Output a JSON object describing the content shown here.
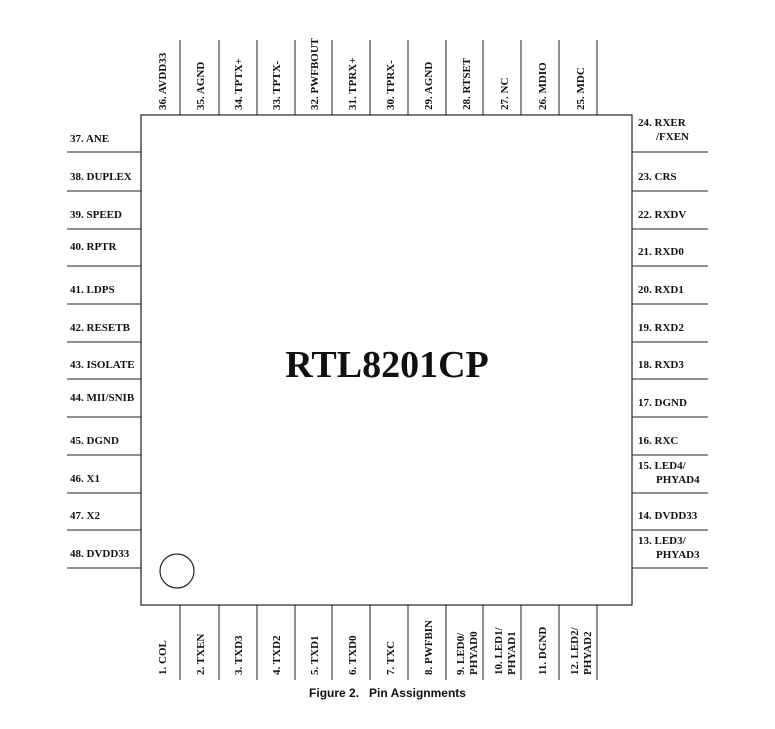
{
  "chip": {
    "name": "RTL8201CP"
  },
  "caption": "Figure 2.   Pin Assignments",
  "pins": {
    "top": [
      {
        "label": [
          "36. AVDD33"
        ]
      },
      {
        "label": [
          "35. AGND"
        ]
      },
      {
        "label": [
          "34. TPTX+"
        ]
      },
      {
        "label": [
          "33. TPTX-"
        ]
      },
      {
        "label": [
          "32. PWFBOUT"
        ]
      },
      {
        "label": [
          "31. TPRX+"
        ]
      },
      {
        "label": [
          "30. TPRX-"
        ]
      },
      {
        "label": [
          "29. AGND"
        ]
      },
      {
        "label": [
          "28. RTSET"
        ]
      },
      {
        "label": [
          "27. NC"
        ]
      },
      {
        "label": [
          "26. MDIO"
        ]
      },
      {
        "label": [
          "25. MDC"
        ]
      }
    ],
    "bottom": [
      {
        "label": [
          "1. COL"
        ]
      },
      {
        "label": [
          "2. TXEN"
        ]
      },
      {
        "label": [
          "3. TXD3"
        ]
      },
      {
        "label": [
          "4. TXD2"
        ]
      },
      {
        "label": [
          "5. TXD1"
        ]
      },
      {
        "label": [
          "6. TXD0"
        ]
      },
      {
        "label": [
          "7. TXC"
        ]
      },
      {
        "label": [
          "8. PWFBIN"
        ]
      },
      {
        "label": [
          "9. LED0/",
          "PHYAD0"
        ]
      },
      {
        "label": [
          "10. LED1/",
          "PHYAD1"
        ]
      },
      {
        "label": [
          "11. DGND"
        ]
      },
      {
        "label": [
          "12. LED2/",
          "PHYAD2"
        ]
      }
    ],
    "left": [
      {
        "label": [
          "37. ANE"
        ]
      },
      {
        "label": [
          "38. DUPLEX"
        ]
      },
      {
        "label": [
          "39. SPEED"
        ]
      },
      {
        "label": [
          "40. RPTR"
        ]
      },
      {
        "label": [
          "41. LDPS"
        ]
      },
      {
        "label": [
          "42. RESETB"
        ]
      },
      {
        "label": [
          "43. ISOLATE"
        ]
      },
      {
        "label": [
          "44. MII/SNIB"
        ]
      },
      {
        "label": [
          "45. DGND"
        ]
      },
      {
        "label": [
          "46. X1"
        ]
      },
      {
        "label": [
          "47. X2"
        ]
      },
      {
        "label": [
          "48. DVDD33"
        ]
      }
    ],
    "right": [
      {
        "label": [
          "24. RXER",
          "/FXEN"
        ]
      },
      {
        "label": [
          "23. CRS"
        ]
      },
      {
        "label": [
          "22. RXDV"
        ]
      },
      {
        "label": [
          "21. RXD0"
        ]
      },
      {
        "label": [
          "20. RXD1"
        ]
      },
      {
        "label": [
          "19. RXD2"
        ]
      },
      {
        "label": [
          "18. RXD3"
        ]
      },
      {
        "label": [
          "17. DGND"
        ]
      },
      {
        "label": [
          "16. RXC"
        ]
      },
      {
        "label": [
          "15. LED4/",
          "PHYAD4"
        ]
      },
      {
        "label": [
          "14. DVDD33"
        ]
      },
      {
        "label": [
          "13. LED3/",
          "PHYAD3"
        ]
      }
    ]
  }
}
